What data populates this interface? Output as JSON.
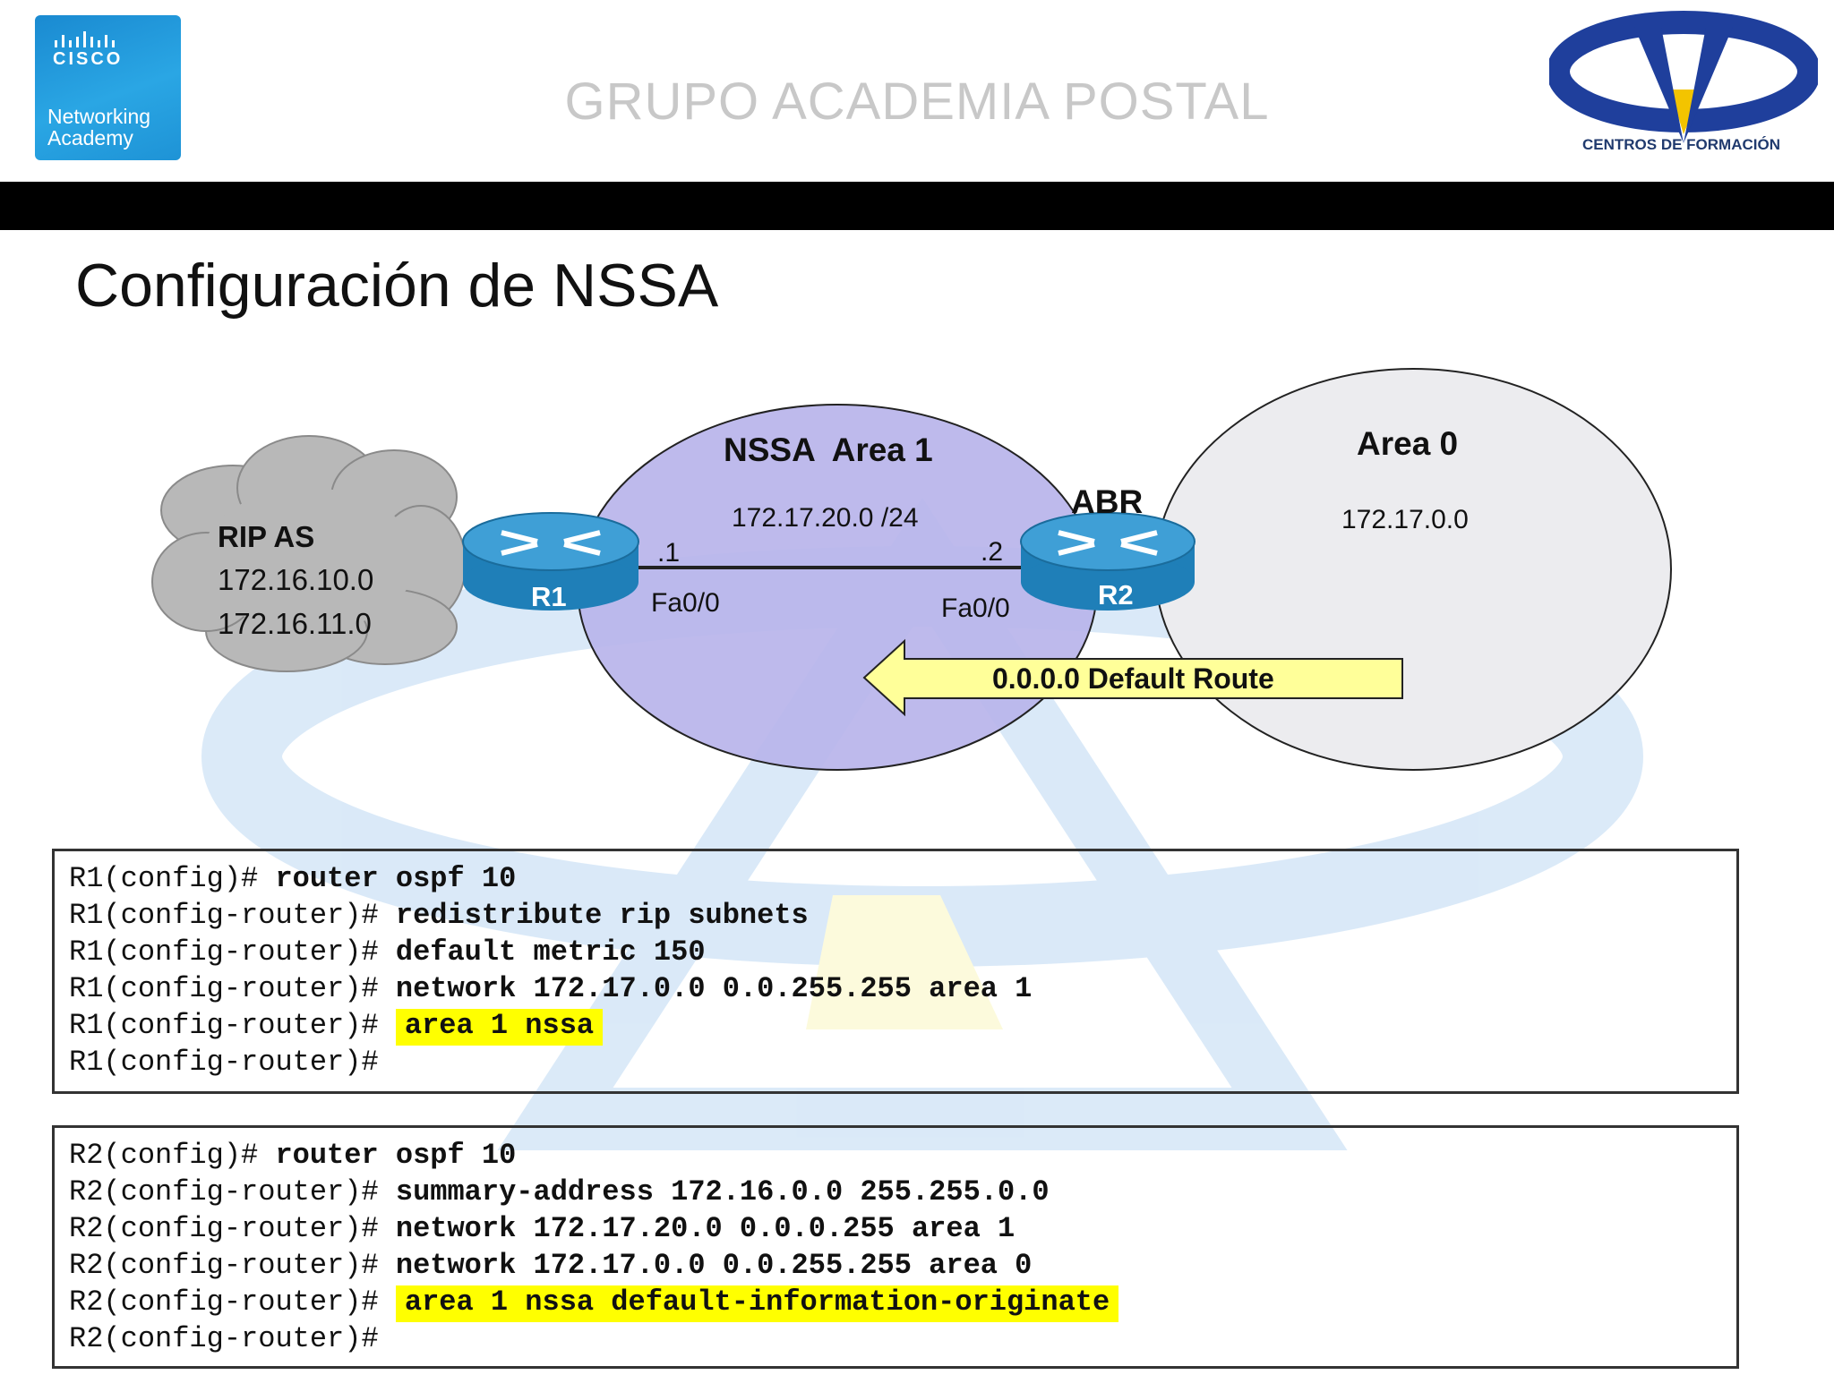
{
  "header": {
    "cisco": {
      "word": "CISCO",
      "line1": "Networking",
      "line2": "Academy"
    },
    "title": "GRUPO ACADEMIA POSTAL",
    "right_logo_caption": "CENTROS DE FORMACIÓN"
  },
  "slide_title": "Configuración de NSSA",
  "diagram": {
    "rip_cloud": {
      "title": "RIP AS",
      "net1": "172.16.10.0",
      "net2": "172.16.11.0"
    },
    "nssa_area": {
      "title": "NSSA  Area 1",
      "network": "172.17.20.0 /24"
    },
    "area0": {
      "title": "Area 0",
      "network": "172.17.0.0"
    },
    "abr_label": "ABR",
    "r1": {
      "name": "R1",
      "ip_suffix": ".1",
      "interface": "Fa0/0"
    },
    "r2": {
      "name": "R2",
      "ip_suffix": ".2",
      "interface": "Fa0/0"
    },
    "default_route_arrow": "0.0.0.0 Default Route",
    "colors": {
      "nssa_fill": "#b9b4ea",
      "area0_fill": "#ececef",
      "arrow_fill": "#ffff99",
      "router": "#1f7fb8",
      "cloud": "#b8b8b8"
    }
  },
  "code_blocks": [
    {
      "lines": [
        {
          "prompt": "R1(config)#",
          "cmd": "router ospf 10",
          "highlight": false
        },
        {
          "prompt": "R1(config-router)#",
          "cmd": "redistribute rip subnets",
          "highlight": false
        },
        {
          "prompt": "R1(config-router)#",
          "cmd": "default metric 150",
          "highlight": false
        },
        {
          "prompt": "R1(config-router)#",
          "cmd": "network 172.17.0.0 0.0.255.255 area 1",
          "highlight": false
        },
        {
          "prompt": "R1(config-router)#",
          "cmd": "area 1 nssa",
          "highlight": true
        },
        {
          "prompt": "R1(config-router)#",
          "cmd": "",
          "highlight": false
        }
      ]
    },
    {
      "lines": [
        {
          "prompt": "R2(config)#",
          "cmd": "router ospf 10",
          "highlight": false
        },
        {
          "prompt": "R2(config-router)#",
          "cmd": "summary-address 172.16.0.0 255.255.0.0",
          "highlight": false
        },
        {
          "prompt": "R2(config-router)#",
          "cmd": "network 172.17.20.0 0.0.0.255 area 1",
          "highlight": false
        },
        {
          "prompt": "R2(config-router)#",
          "cmd": "network 172.17.0.0 0.0.255.255 area 0",
          "highlight": false
        },
        {
          "prompt": "R2(config-router)#",
          "cmd": "area 1 nssa default-information-originate",
          "highlight": true
        },
        {
          "prompt": "R2(config-router)#",
          "cmd": "",
          "highlight": false
        }
      ]
    }
  ]
}
